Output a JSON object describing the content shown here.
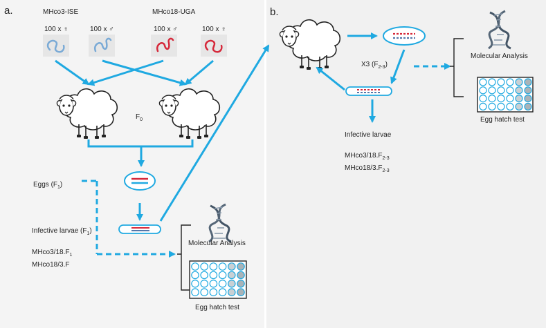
{
  "panel_a": {
    "letter": "a.",
    "strain_left": "MHco3-ISE",
    "strain_right": "MHco18-UGA",
    "counts": [
      "100 x ♀",
      "100 x ♂",
      "100 x ♂",
      "100 x ♀"
    ],
    "generation": "F",
    "generation_sub": "0",
    "eggs_label": "Eggs (F",
    "eggs_sub": "1",
    "larvae_label": "Infective larvae (F",
    "larvae_sub": "1",
    "cross1": "MHco3/18.F",
    "cross1_sub": "1",
    "cross2": "MHco18/3.F",
    "molecular": "Molecular Analysis",
    "egg_hatch": "Egg hatch test"
  },
  "panel_b": {
    "letter": "b.",
    "repeat": "X3 (F",
    "repeat_sub": "2-3",
    "larvae": "Infective larvae",
    "cross1": "MHco3/18.F",
    "cross1_sub": "2-3",
    "cross2": "MHco18/3.F",
    "cross2_sub": "2-3",
    "molecular": "Molecular Analysis",
    "egg_hatch": "Egg hatch test"
  },
  "colors": {
    "arrow": "#1fa9e1",
    "worm_blue": "#7aaad6",
    "worm_red": "#d6283a",
    "panel_b_bg": "#f1f1f1",
    "dna": "#445566"
  }
}
